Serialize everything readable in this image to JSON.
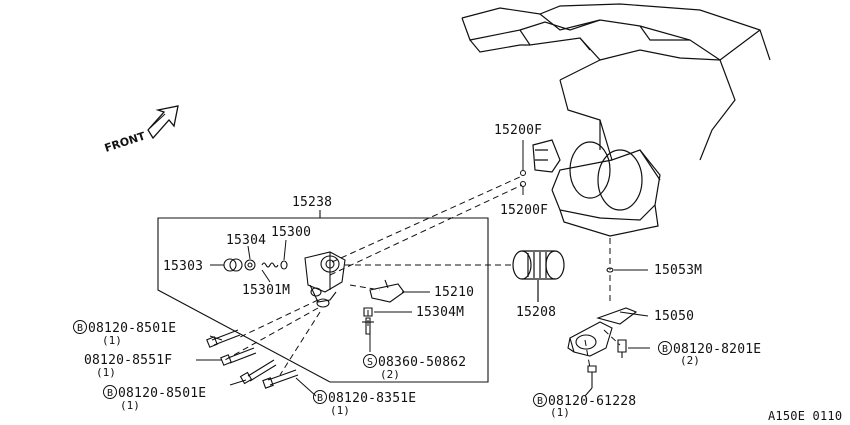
{
  "front_label": "FRONT",
  "diagram_code": "A150E 0110",
  "group_label": "15238",
  "parts": {
    "p15200F_top": "15200F",
    "p15200F_bottom": "15200F",
    "p15304": "15304",
    "p15300": "15300",
    "p15303": "15303",
    "p15301M": "15301M",
    "p15210": "15210",
    "p15304M": "15304M",
    "p15208": "15208",
    "p15053M": "15053M",
    "p15050": "15050"
  },
  "fasteners": [
    {
      "prefix": "B",
      "code": "08120-8501E",
      "qty": "(1)"
    },
    {
      "prefix": "",
      "code": "08120-8551F",
      "qty": "(1)"
    },
    {
      "prefix": "B",
      "code": "08120-8501E",
      "qty": "(1)"
    },
    {
      "prefix": "B",
      "code": "08120-8351E",
      "qty": "(1)"
    },
    {
      "prefix": "S",
      "code": "08360-50862",
      "qty": "(2)"
    },
    {
      "prefix": "B",
      "code": "08120-8201E",
      "qty": "(2)"
    },
    {
      "prefix": "B",
      "code": "08120-61228",
      "qty": "(1)"
    }
  ],
  "colors": {
    "ink": "#111111",
    "background": "#ffffff"
  }
}
